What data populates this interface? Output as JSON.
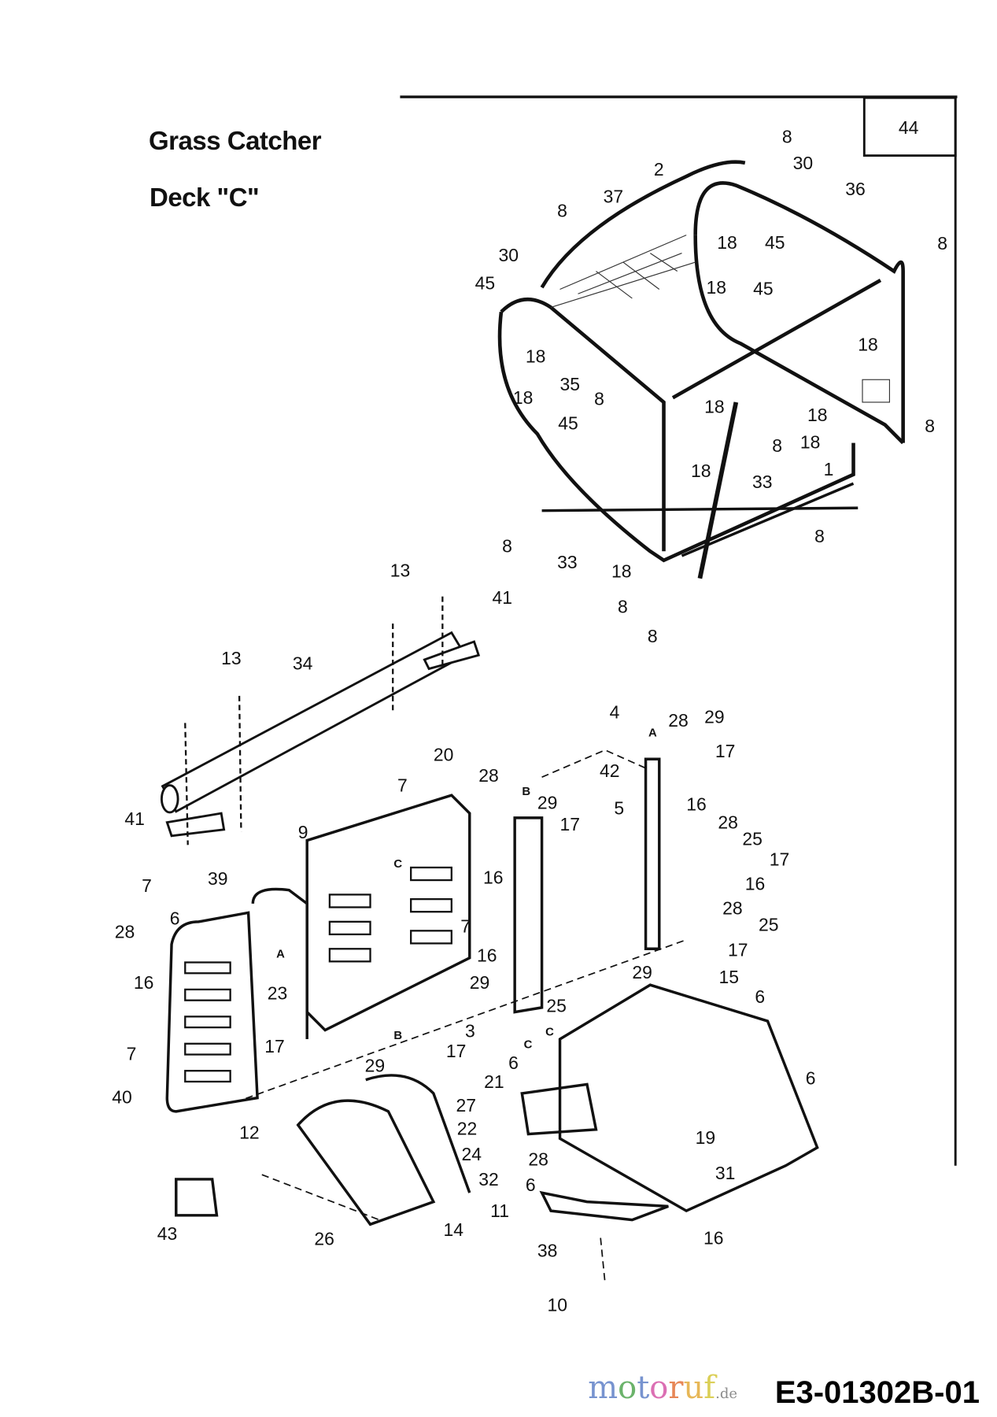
{
  "title": "Grass Catcher",
  "subtitle": "Deck \"C\"",
  "figure_code": "E3-01302B-01",
  "watermark": "motoruf.de",
  "box_ref": "44",
  "callouts": [
    "8",
    "30",
    "2",
    "37",
    "36",
    "8",
    "8",
    "30",
    "18",
    "45",
    "45",
    "18",
    "45",
    "18",
    "18",
    "35",
    "8",
    "18",
    "18",
    "45",
    "18",
    "8",
    "8",
    "18",
    "1",
    "33",
    "18",
    "33",
    "8",
    "18",
    "8",
    "8",
    "8",
    "13",
    "41",
    "13",
    "34",
    "4",
    "28",
    "29",
    "17",
    "20",
    "28",
    "42",
    "7",
    "16",
    "29",
    "5",
    "17",
    "28",
    "9",
    "41",
    "25",
    "16",
    "17",
    "7",
    "39",
    "16",
    "6",
    "28",
    "7",
    "28",
    "25",
    "16",
    "17",
    "16",
    "29",
    "29",
    "15",
    "23",
    "6",
    "25",
    "3",
    "7",
    "17",
    "29",
    "17",
    "6",
    "21",
    "6",
    "40",
    "27",
    "12",
    "22",
    "19",
    "24",
    "28",
    "32",
    "31",
    "6",
    "11",
    "14",
    "43",
    "26",
    "16",
    "38",
    "10"
  ],
  "reference_letters": [
    "A",
    "B",
    "C",
    "A",
    "B",
    "C",
    "C"
  ]
}
